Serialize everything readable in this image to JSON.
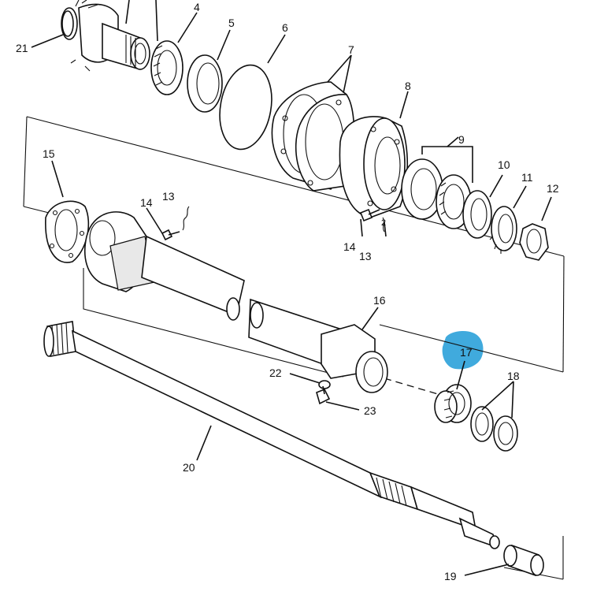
{
  "callouts": {
    "c4": "4",
    "c5": "5",
    "c6": "6",
    "c7": "7",
    "c8": "8",
    "c9": "9",
    "c10": "10",
    "c11": "11",
    "c12": "12",
    "c13a": "13",
    "c13b": "13",
    "c14a": "14",
    "c14b": "14",
    "c15": "15",
    "c16": "16",
    "c17": "17",
    "c18": "18",
    "c19": "19",
    "c20": "20",
    "c21": "21",
    "c22": "22",
    "c23": "23",
    "c2": "2"
  },
  "highlight": {
    "color": "#1e9bd7",
    "callout": "17"
  }
}
